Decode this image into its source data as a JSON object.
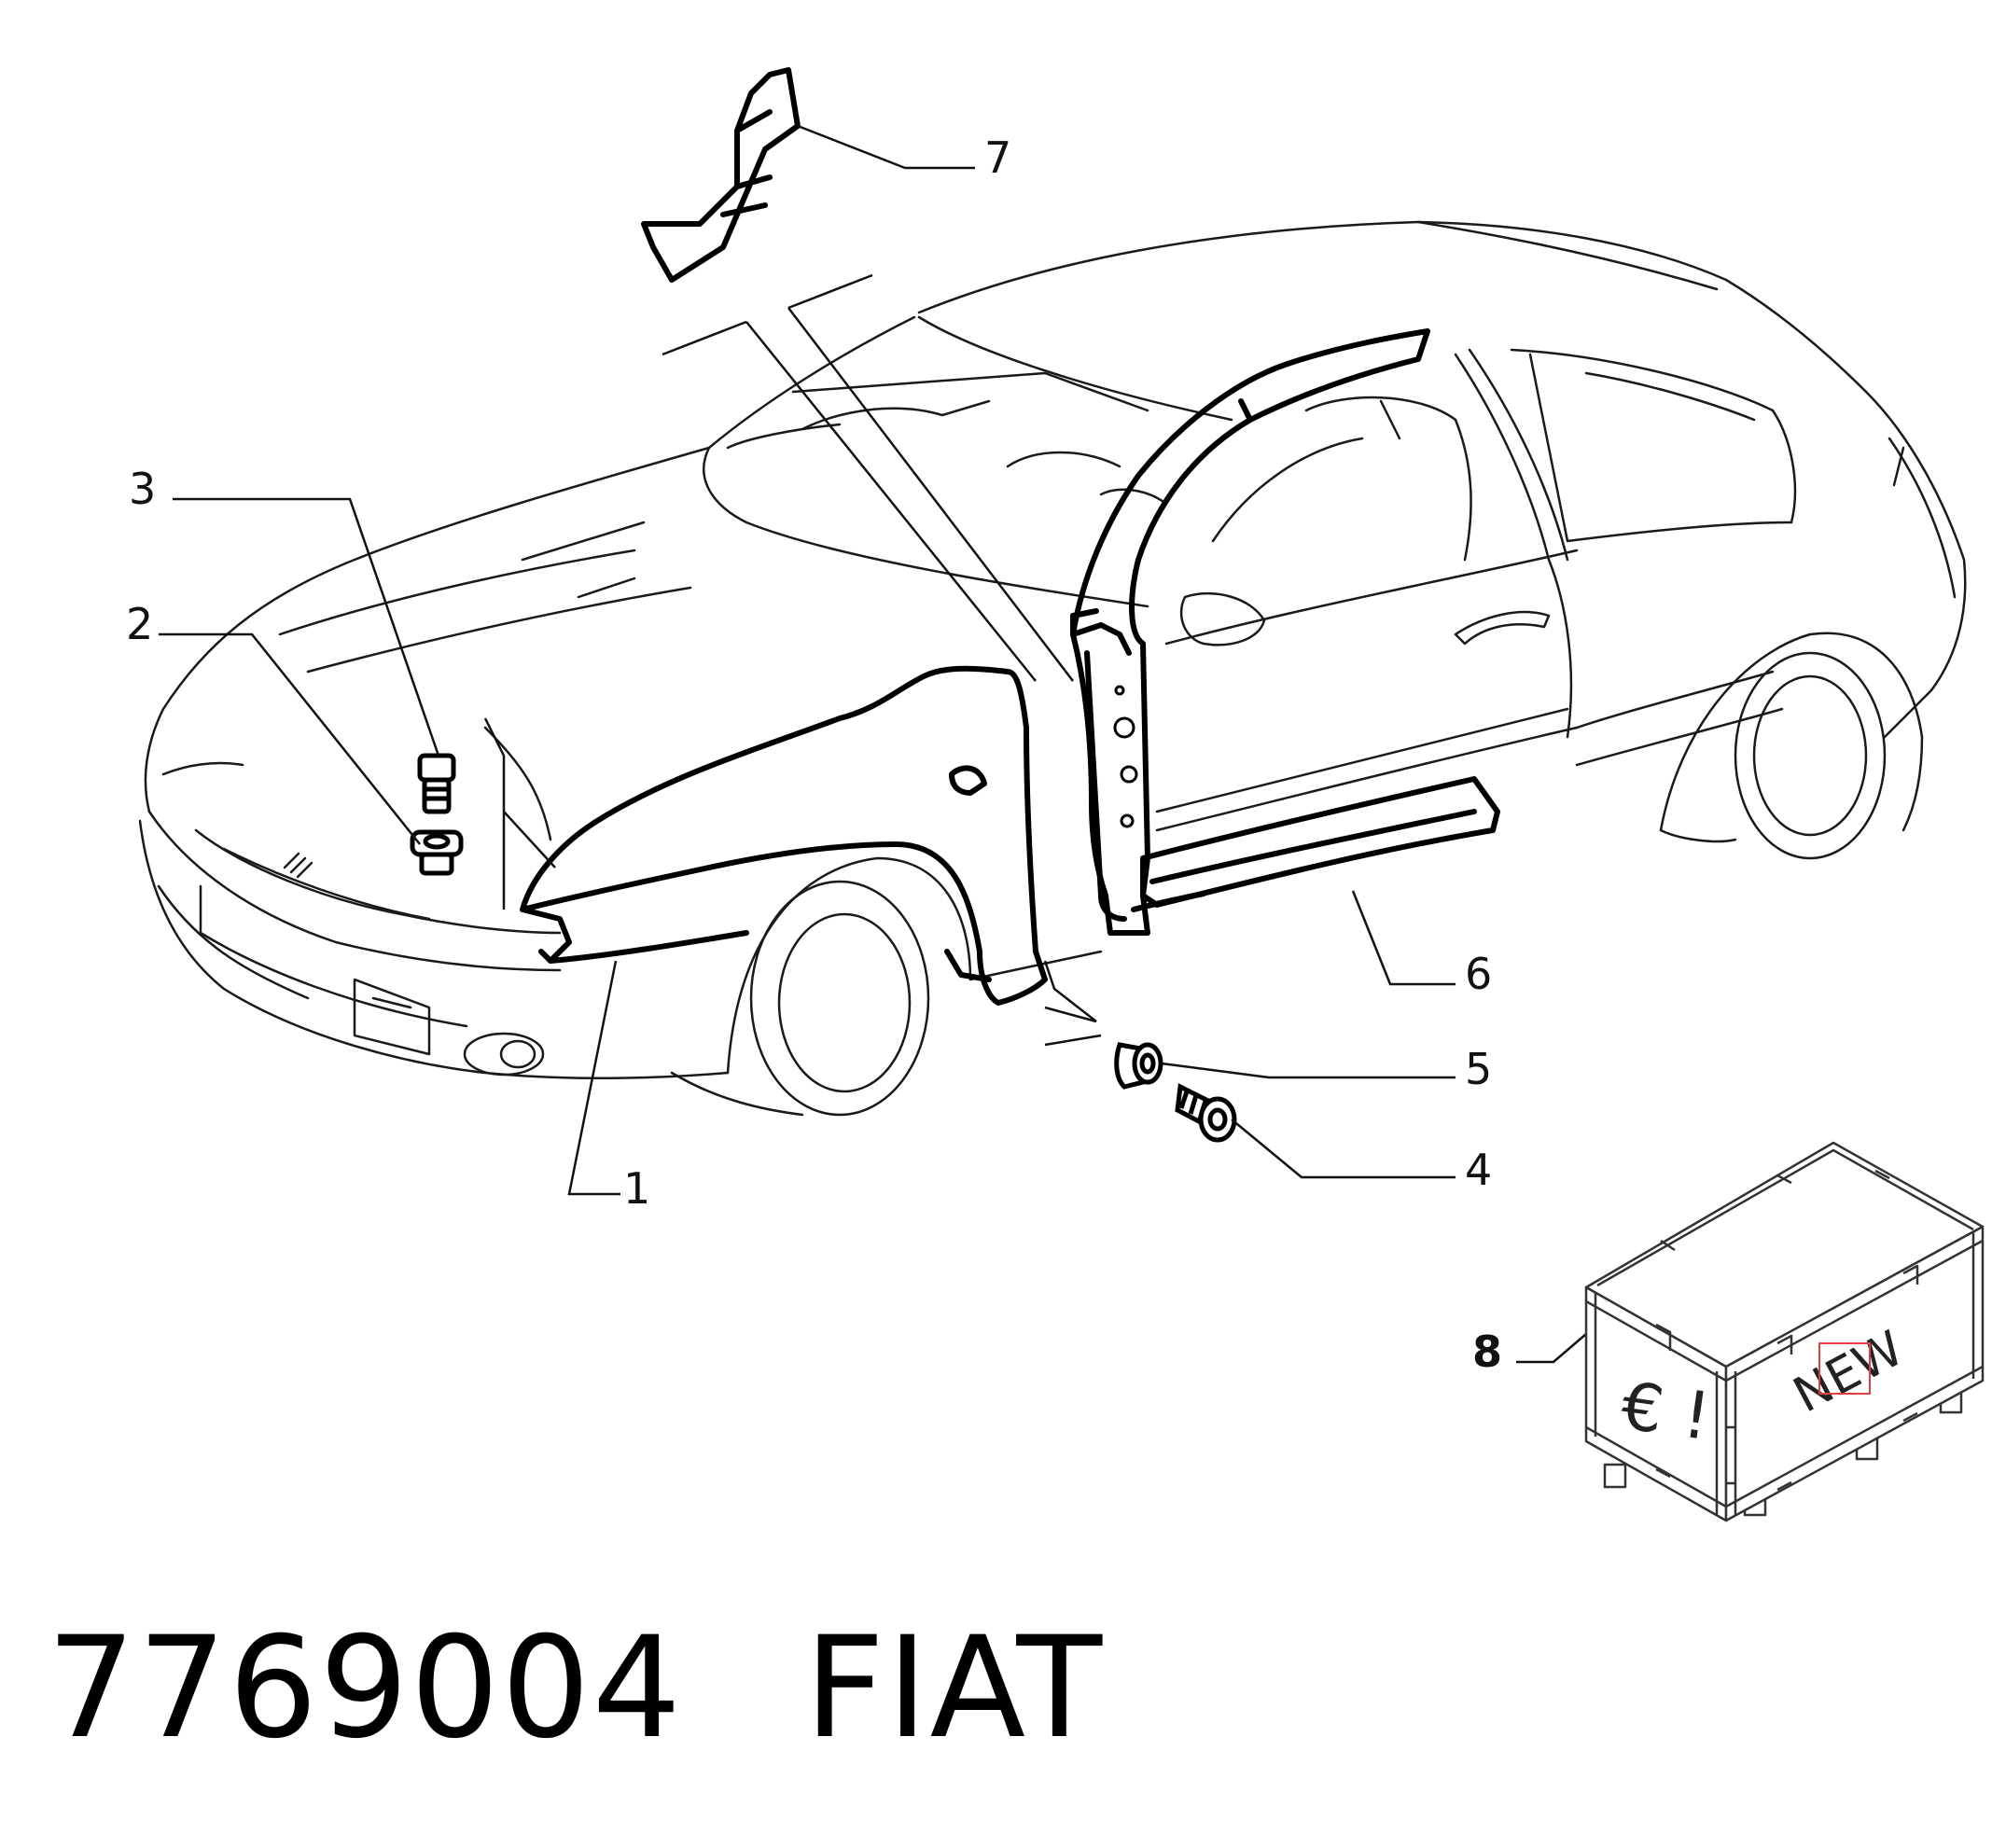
{
  "diagram": {
    "callouts": [
      {
        "id": "1",
        "label": "1"
      },
      {
        "id": "2",
        "label": "2"
      },
      {
        "id": "3",
        "label": "3"
      },
      {
        "id": "4",
        "label": "4"
      },
      {
        "id": "5",
        "label": "5"
      },
      {
        "id": "6",
        "label": "6"
      },
      {
        "id": "7",
        "label": "7"
      },
      {
        "id": "8",
        "label": "8"
      }
    ],
    "crate": {
      "text_left": "€ !",
      "text_right": "NEW"
    }
  },
  "caption": {
    "part_number": "7769004",
    "brand": "FIAT"
  },
  "colors": {
    "line": "#111111",
    "background": "#ffffff",
    "highlight": "#e04040"
  }
}
